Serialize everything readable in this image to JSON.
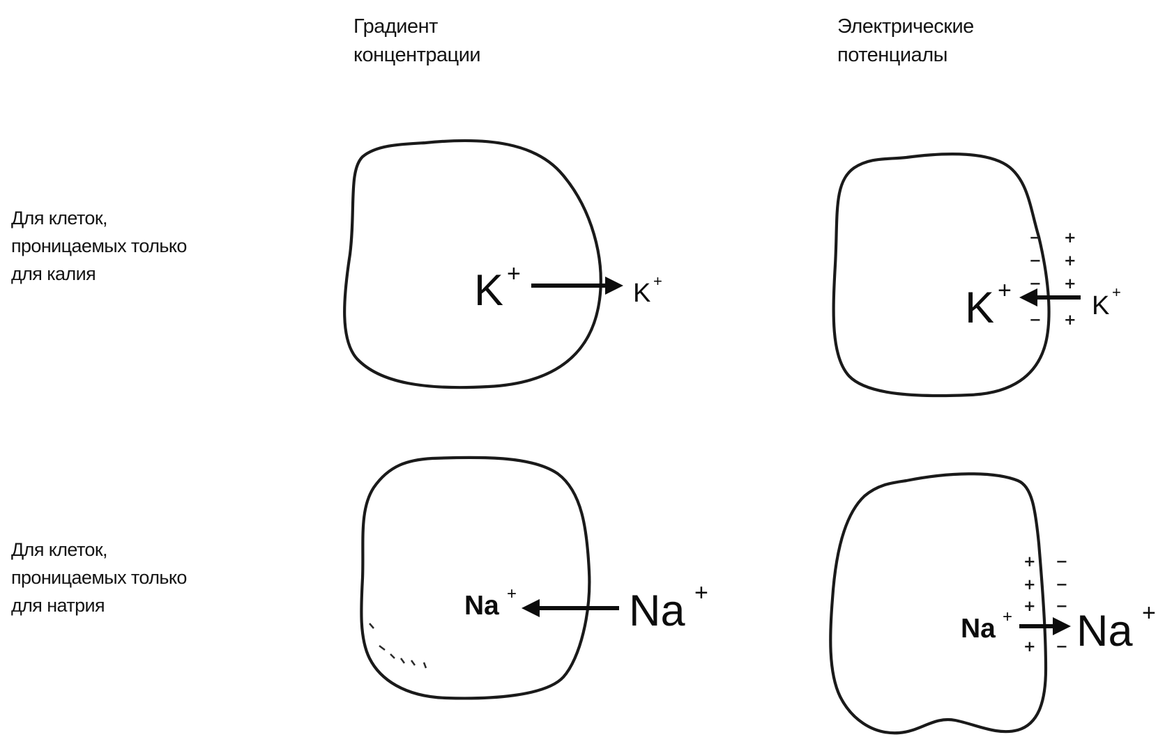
{
  "headers": {
    "col1_line1": "Градиент",
    "col1_line2": "концентрации",
    "col2_line1": "Электрические",
    "col2_line2": "потенциалы"
  },
  "rows": {
    "potassium_line1": "Для клеток,",
    "potassium_line2": "проницаемых только",
    "potassium_line3": "для калия",
    "sodium_line1": "Для клеток,",
    "sodium_line2": "проницаемых только",
    "sodium_line3": "для натрия"
  },
  "ions": {
    "k_inside": "K",
    "k_outside": "K",
    "k_charge": "+",
    "na_inside": "Na",
    "na_outside": "Na",
    "na_charge": "+"
  },
  "charges": {
    "minus": "−",
    "plus": "+"
  }
}
